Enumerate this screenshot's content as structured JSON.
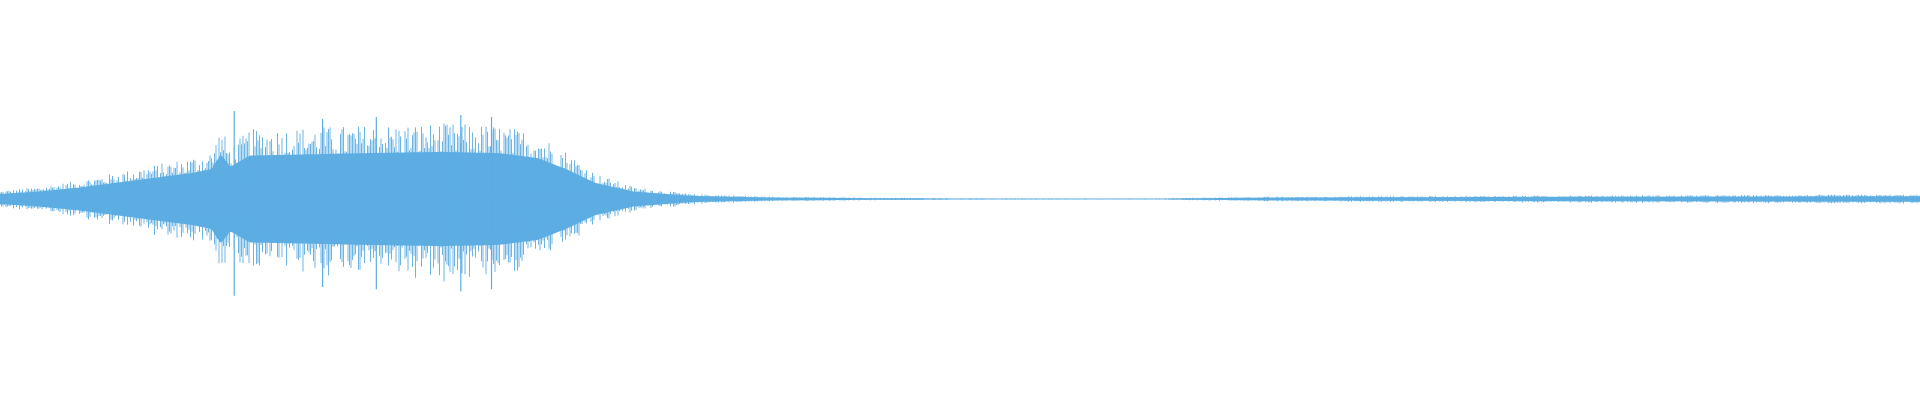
{
  "waveform": {
    "color": "#5dade2",
    "background": "#ffffff",
    "envelope": [
      [
        0.0,
        0.04
      ],
      [
        0.02,
        0.06
      ],
      [
        0.04,
        0.09
      ],
      [
        0.06,
        0.13
      ],
      [
        0.08,
        0.17
      ],
      [
        0.1,
        0.21
      ],
      [
        0.11,
        0.24
      ],
      [
        0.115,
        0.36
      ],
      [
        0.12,
        0.26
      ],
      [
        0.13,
        0.35
      ],
      [
        0.16,
        0.36
      ],
      [
        0.19,
        0.37
      ],
      [
        0.23,
        0.38
      ],
      [
        0.26,
        0.37
      ],
      [
        0.28,
        0.33
      ],
      [
        0.295,
        0.24
      ],
      [
        0.31,
        0.13
      ],
      [
        0.33,
        0.06
      ],
      [
        0.36,
        0.025
      ],
      [
        0.4,
        0.012
      ],
      [
        0.45,
        0.007
      ],
      [
        0.5,
        0.004
      ],
      [
        0.56,
        0.003
      ],
      [
        0.6,
        0.003
      ],
      [
        0.62,
        0.006
      ],
      [
        0.66,
        0.011
      ],
      [
        0.72,
        0.014
      ],
      [
        0.8,
        0.017
      ],
      [
        0.88,
        0.019
      ],
      [
        0.95,
        0.021
      ],
      [
        1.0,
        0.022
      ]
    ],
    "peaks": [
      [
        0.122,
        0.44
      ],
      [
        0.168,
        0.4
      ],
      [
        0.196,
        0.41
      ],
      [
        0.24,
        0.42
      ],
      [
        0.256,
        0.41
      ]
    ]
  }
}
